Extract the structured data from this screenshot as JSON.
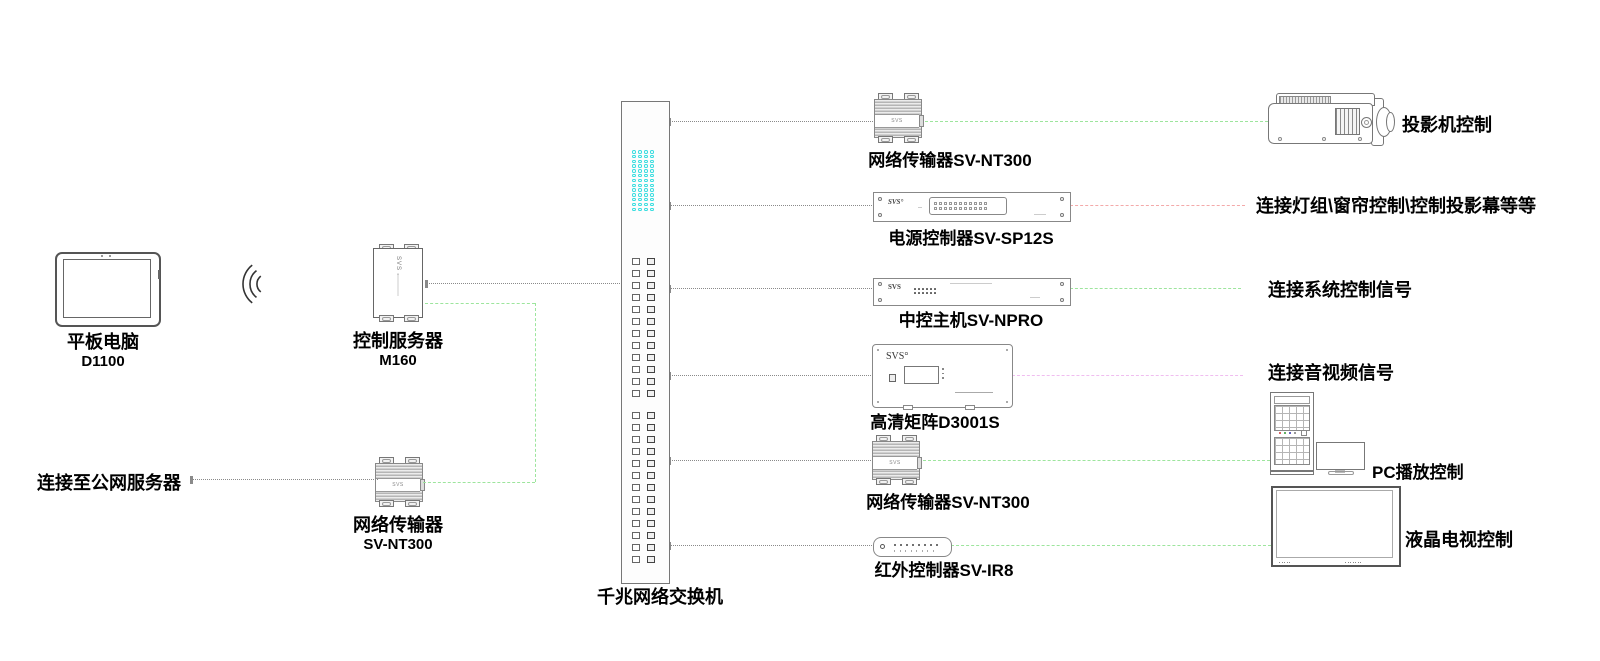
{
  "left": {
    "tablet": {
      "name": "平板电脑",
      "model": "D1100"
    },
    "control_server": {
      "name": "控制服务器",
      "model": "M160"
    },
    "transmitter": {
      "name": "网络传输器",
      "model": "SV-NT300"
    },
    "public_network_label": "连接至公网服务器"
  },
  "switch": {
    "label": "千兆网络交换机"
  },
  "devices": {
    "nt300_top": {
      "label": "网络传输器SV-NT300"
    },
    "sp12s": {
      "label": "电源控制器SV-SP12S"
    },
    "npro": {
      "label": "中控主机SV-NPRO"
    },
    "d3001s": {
      "label": "高清矩阵D3001S"
    },
    "nt300_mid": {
      "label": "网络传输器SV-NT300"
    },
    "ir8": {
      "label": "红外控制器SV-IR8"
    }
  },
  "right": {
    "projector_label": "投影机控制",
    "lights_label": "连接灯组\\窗帘控制\\控制投影幕等等",
    "system_signal_label": "连接系统控制信号",
    "av_signal_label": "连接音视频信号",
    "pc_label": "PC播放控制",
    "tv_label": "液晶电视控制"
  },
  "brand": "SVS",
  "brand_mark": "SVS°",
  "colors": {
    "line_green": "#9de59d",
    "line_red": "#f4a9a9",
    "line_pink": "#f0bdf0",
    "line_grey": "#8a8a8a",
    "led_cyan": "#3adde0"
  }
}
